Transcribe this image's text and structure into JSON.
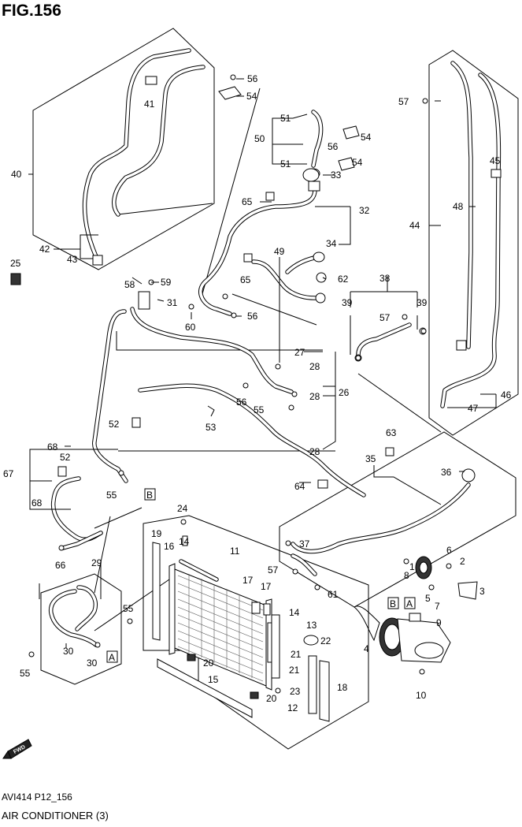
{
  "figure": {
    "title": "FIG.156",
    "ref_code": "AVI414 P12_156",
    "caption": "AIR CONDITIONER (3)"
  },
  "callouts": [
    {
      "id": "c1",
      "text": "1"
    },
    {
      "id": "c2",
      "text": "2"
    },
    {
      "id": "c3",
      "text": "3"
    },
    {
      "id": "c4",
      "text": "4"
    },
    {
      "id": "c5",
      "text": "5"
    },
    {
      "id": "c6",
      "text": "6"
    },
    {
      "id": "c7",
      "text": "7"
    },
    {
      "id": "c8",
      "text": "8"
    },
    {
      "id": "c9",
      "text": "9"
    },
    {
      "id": "c10",
      "text": "10"
    },
    {
      "id": "c11",
      "text": "11"
    },
    {
      "id": "c12",
      "text": "12"
    },
    {
      "id": "c13",
      "text": "13"
    },
    {
      "id": "c14a",
      "text": "14"
    },
    {
      "id": "c14b",
      "text": "14"
    },
    {
      "id": "c15",
      "text": "15"
    },
    {
      "id": "c16",
      "text": "16"
    },
    {
      "id": "c17a",
      "text": "17"
    },
    {
      "id": "c17b",
      "text": "17"
    },
    {
      "id": "c18",
      "text": "18"
    },
    {
      "id": "c19",
      "text": "19"
    },
    {
      "id": "c20a",
      "text": "20"
    },
    {
      "id": "c20b",
      "text": "20"
    },
    {
      "id": "c21a",
      "text": "21"
    },
    {
      "id": "c21b",
      "text": "21"
    },
    {
      "id": "c22",
      "text": "22"
    },
    {
      "id": "c23",
      "text": "23"
    },
    {
      "id": "c24",
      "text": "24"
    },
    {
      "id": "c25",
      "text": "25"
    },
    {
      "id": "c26",
      "text": "26"
    },
    {
      "id": "c27",
      "text": "27"
    },
    {
      "id": "c28a",
      "text": "28"
    },
    {
      "id": "c28b",
      "text": "28"
    },
    {
      "id": "c28c",
      "text": "28"
    },
    {
      "id": "c29",
      "text": "29"
    },
    {
      "id": "c30a",
      "text": "30"
    },
    {
      "id": "c30b",
      "text": "30"
    },
    {
      "id": "c31",
      "text": "31"
    },
    {
      "id": "c32",
      "text": "32"
    },
    {
      "id": "c33",
      "text": "33"
    },
    {
      "id": "c34",
      "text": "34"
    },
    {
      "id": "c35",
      "text": "35"
    },
    {
      "id": "c36",
      "text": "36"
    },
    {
      "id": "c37",
      "text": "37"
    },
    {
      "id": "c38",
      "text": "38"
    },
    {
      "id": "c39a",
      "text": "39"
    },
    {
      "id": "c39b",
      "text": "39"
    },
    {
      "id": "c40",
      "text": "40"
    },
    {
      "id": "c41",
      "text": "41"
    },
    {
      "id": "c42",
      "text": "42"
    },
    {
      "id": "c43",
      "text": "43"
    },
    {
      "id": "c44",
      "text": "44"
    },
    {
      "id": "c45",
      "text": "45"
    },
    {
      "id": "c46",
      "text": "46"
    },
    {
      "id": "c47",
      "text": "47"
    },
    {
      "id": "c48",
      "text": "48"
    },
    {
      "id": "c49",
      "text": "49"
    },
    {
      "id": "c50",
      "text": "50"
    },
    {
      "id": "c51a",
      "text": "51"
    },
    {
      "id": "c51b",
      "text": "51"
    },
    {
      "id": "c52a",
      "text": "52"
    },
    {
      "id": "c52b",
      "text": "52"
    },
    {
      "id": "c53",
      "text": "53"
    },
    {
      "id": "c54a",
      "text": "54"
    },
    {
      "id": "c54b",
      "text": "54"
    },
    {
      "id": "c54c",
      "text": "54"
    },
    {
      "id": "c55a",
      "text": "55"
    },
    {
      "id": "c55b",
      "text": "55"
    },
    {
      "id": "c55c",
      "text": "55"
    },
    {
      "id": "c55d",
      "text": "55"
    },
    {
      "id": "c56a",
      "text": "56"
    },
    {
      "id": "c56b",
      "text": "56"
    },
    {
      "id": "c56c",
      "text": "56"
    },
    {
      "id": "c56d",
      "text": "56"
    },
    {
      "id": "c57a",
      "text": "57"
    },
    {
      "id": "c57b",
      "text": "57"
    },
    {
      "id": "c57c",
      "text": "57"
    },
    {
      "id": "c58",
      "text": "58"
    },
    {
      "id": "c59",
      "text": "59"
    },
    {
      "id": "c60",
      "text": "60"
    },
    {
      "id": "c61",
      "text": "61"
    },
    {
      "id": "c62",
      "text": "62"
    },
    {
      "id": "c63",
      "text": "63"
    },
    {
      "id": "c64",
      "text": "64"
    },
    {
      "id": "c65a",
      "text": "65"
    },
    {
      "id": "c65b",
      "text": "65"
    },
    {
      "id": "c66",
      "text": "66"
    },
    {
      "id": "c67",
      "text": "67"
    },
    {
      "id": "c68a",
      "text": "68"
    },
    {
      "id": "c68b",
      "text": "68"
    }
  ],
  "ref_markers": [
    {
      "id": "rA1",
      "text": "A"
    },
    {
      "id": "rA2",
      "text": "A"
    },
    {
      "id": "rB1",
      "text": "B"
    },
    {
      "id": "rB2",
      "text": "B"
    }
  ],
  "fwd_arrow": {
    "text": "FWD",
    "icon": "fwd-arrow-icon"
  }
}
